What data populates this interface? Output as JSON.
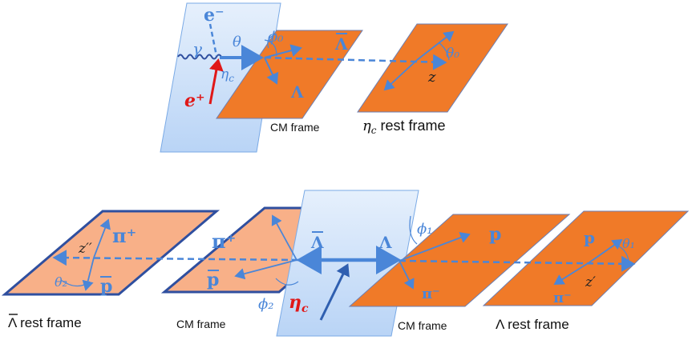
{
  "colors": {
    "orange": "#f07a28",
    "light_orange": "#f8b088",
    "blue_plane": "#cfe2fa",
    "blue_line": "#4a86d8",
    "dark_blue_border": "#2f4f9f",
    "red": "#e01818"
  },
  "top": {
    "electron": "e⁻",
    "positron": "e⁺",
    "photon": "γ",
    "theta": "θ",
    "phi0": "ϕ₀",
    "etac": "η",
    "etac_sub": "c",
    "lambda_bar": "Λ",
    "lambda": "Λ",
    "theta0": "θ₀",
    "z": "z",
    "cm_caption": "CM frame",
    "etac_rest_sym": "η",
    "etac_rest_sub": "c",
    "etac_rest_text": " rest frame"
  },
  "bottom": {
    "pi_plus_left": "π⁺",
    "z_double_prime": "z′′",
    "theta2": "θ₂",
    "pbar_left": "p",
    "pi_plus_cm": "π⁺",
    "pbar_cm": "p",
    "lambda_bar": "Λ",
    "lambda": "Λ",
    "phi2": "ϕ₂",
    "etac": "η",
    "etac_sub": "c",
    "phi1": "ϕ₁",
    "p_cm": "p",
    "pi_minus_cm": "π⁻",
    "p_right": "p",
    "theta1": "θ₁",
    "z_prime": "z′",
    "pi_minus_right": "π⁻",
    "caption_lambdabar_sym": "Λ",
    "caption_lambdabar_text": " rest frame",
    "caption_cm_left": "CM frame",
    "caption_cm_right": "CM frame",
    "caption_lambda_sym": "Λ",
    "caption_lambda_text": " rest frame"
  }
}
